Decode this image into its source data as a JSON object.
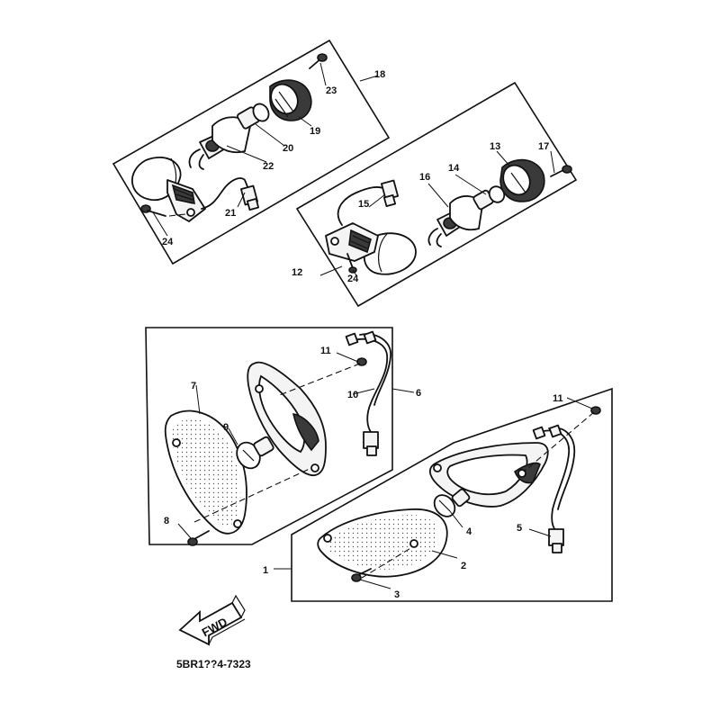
{
  "callouts": {
    "c1": "1",
    "c2": "2",
    "c3": "3",
    "c4": "4",
    "c5": "5",
    "c6": "6",
    "c7": "7",
    "c8": "8",
    "c9": "9",
    "c10": "10",
    "c11a": "11",
    "c11b": "11",
    "c12": "12",
    "c13": "13",
    "c14": "14",
    "c15": "15",
    "c16": "16",
    "c17": "17",
    "c18": "18",
    "c19": "19",
    "c20": "20",
    "c21": "21",
    "c22": "22",
    "c23": "23",
    "c24a": "24",
    "c24b": "24"
  },
  "direction_label": "FWD",
  "diagram_code": "5BR1??4-7323"
}
